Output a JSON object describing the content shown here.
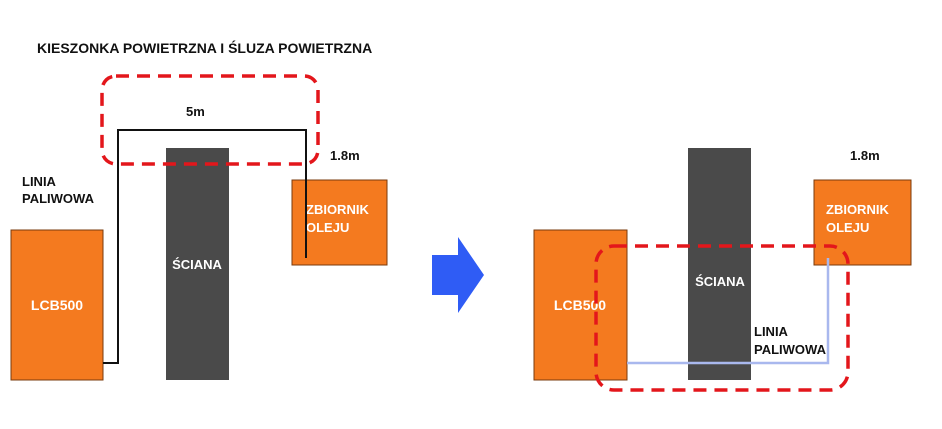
{
  "title": "KIESZONKA POWIETRZNA I ŚLUZA POWIETRZNA",
  "colors": {
    "block_fill": "#f47a1f",
    "block_stroke": "#7a3b0c",
    "wall_fill": "#4a4a4a",
    "dash": "#e3161b",
    "arrow": "#2f5cf5",
    "old_line": "#111111",
    "new_line": "#a9b8ee"
  },
  "left": {
    "distance_top": "5m",
    "distance_side": "1.8m",
    "fuel_line_label": [
      "LINIA",
      "PALIWOWA"
    ],
    "wall_label": "ŚCIANA",
    "source_label": "LCB500",
    "tank_label": [
      "ZBIORNIK",
      "OLEJU"
    ]
  },
  "right": {
    "distance_side": "1.8m",
    "fuel_line_label": [
      "LINIA",
      "PALIWOWA"
    ],
    "wall_label": "ŚCIANA",
    "source_label": "LCB500",
    "tank_label": [
      "ZBIORNIK",
      "OLEJU"
    ]
  },
  "arrow_icon": "right-arrow-icon"
}
